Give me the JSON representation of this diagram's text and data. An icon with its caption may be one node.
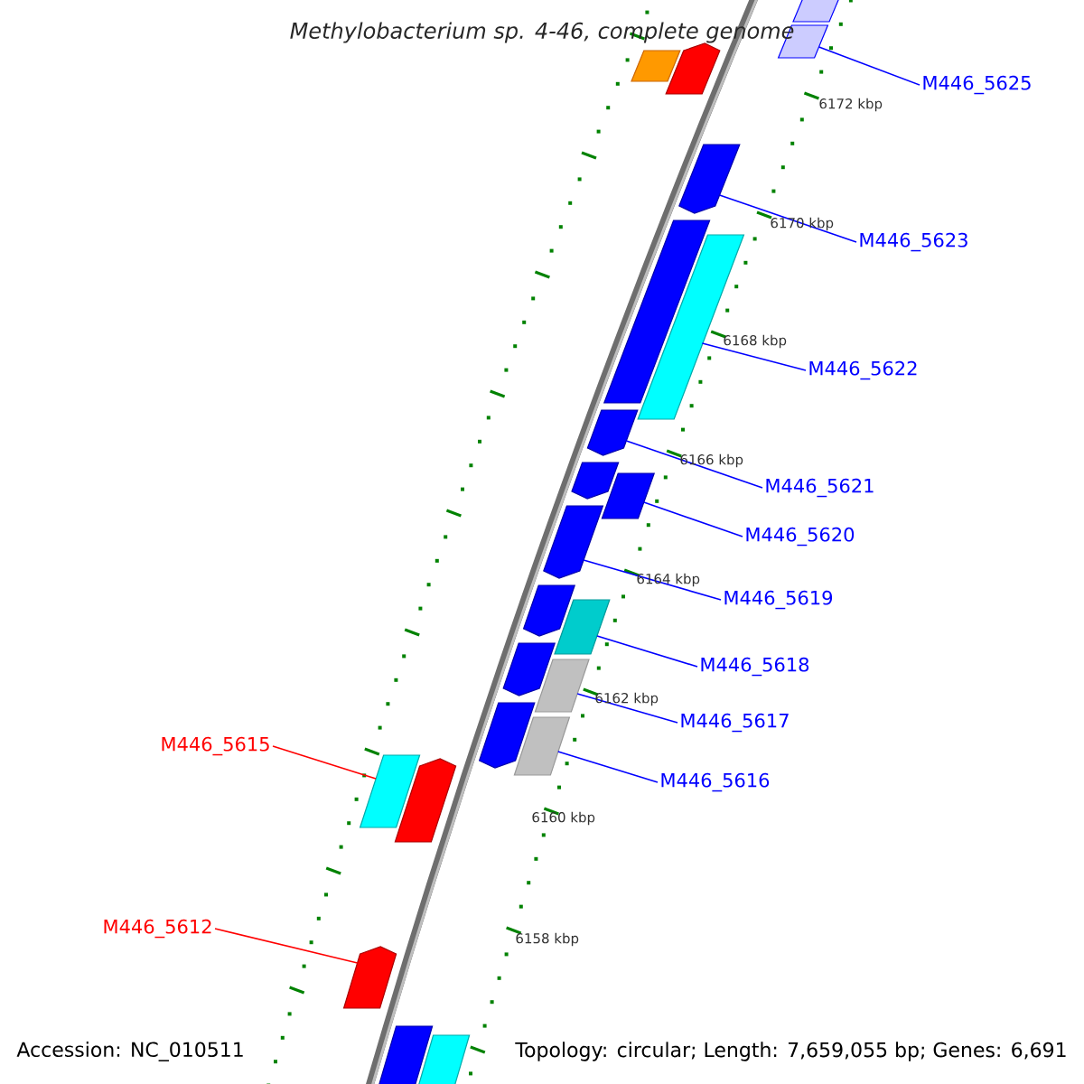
{
  "diagram": {
    "title": "Methylobacterium sp. 4-46, complete genome",
    "nodes": [
      {
        "text": [
          "M446_5625"
        ]
      },
      {
        "text": [
          "M446_5623"
        ]
      },
      {
        "text": [
          "M446_5622"
        ]
      },
      {
        "text": [
          "M446_5621"
        ]
      },
      {
        "text": [
          "M446_5620"
        ]
      },
      {
        "text": [
          "M446_5619"
        ]
      },
      {
        "text": [
          "M446_5618"
        ]
      },
      {
        "text": [
          "M446_5617"
        ]
      },
      {
        "text": [
          "M446_5616"
        ]
      },
      {
        "text": [
          "M446_5615"
        ]
      },
      {
        "text": [
          "M446_5612"
        ]
      },
      {
        "text": [],
        "shape": "bar"
      },
      {
        "text": [],
        "shape": "bar"
      },
      {
        "text": [],
        "shape": "bar"
      },
      {
        "text": [],
        "shape": "bar"
      },
      {
        "text": [],
        "shape": "bar"
      },
      {
        "text": [],
        "shape": "bar"
      },
      {
        "text": [],
        "shape": "bar"
      },
      {
        "text": [],
        "shape": "bar"
      },
      {
        "text": [],
        "shape": "bar"
      },
      {
        "text": [],
        "shape": "bar"
      },
      {
        "text": [],
        "shape": "bar"
      },
      {
        "text": [],
        "shape": "bar"
      },
      {
        "text": [],
        "shape": "bar"
      },
      {
        "text": [],
        "shape": "bar"
      },
      {
        "text": [],
        "shape": "bar"
      },
      {
        "text": [],
        "shape": "bar"
      },
      {
        "text": [],
        "shape": "bar"
      },
      {
        "text": [],
        "shape": "bar"
      },
      {
        "text": [],
        "shape": "bar"
      },
      {
        "text": [],
        "shape": "bar"
      },
      {
        "text": [],
        "shape": "bar"
      },
      {
        "text": [],
        "shape": "bar"
      }
    ],
    "edges": [
      {
        "from": 0,
        "to": 12,
        "arrow": "none"
      },
      {
        "from": 1,
        "to": 15,
        "arrow": "none"
      },
      {
        "from": 2,
        "to": 17,
        "arrow": "none"
      },
      {
        "from": 3,
        "to": 18,
        "arrow": "none"
      },
      {
        "from": 4,
        "to": 20,
        "arrow": "none"
      },
      {
        "from": 5,
        "to": 21,
        "arrow": "none"
      },
      {
        "from": 6,
        "to": 23,
        "arrow": "none"
      },
      {
        "from": 7,
        "to": 25,
        "arrow": "none"
      },
      {
        "from": 8,
        "to": 27,
        "arrow": "none"
      },
      {
        "from": 9,
        "to": 28,
        "arrow": "none",
        "color": "#ff0000"
      },
      {
        "from": 10,
        "to": 30,
        "arrow": "none",
        "color": "#ff0000"
      }
    ],
    "labels": [
      "6172 kbp",
      "6170 kbp",
      "6168 kbp",
      "6166 kbp",
      "6164 kbp",
      "6162 kbp",
      "6160 kbp",
      "6158 kbp",
      "Accession: NC_010511",
      "Topology: circular; Length: 7,659,055 bp; Genes: 6,691"
    ]
  }
}
